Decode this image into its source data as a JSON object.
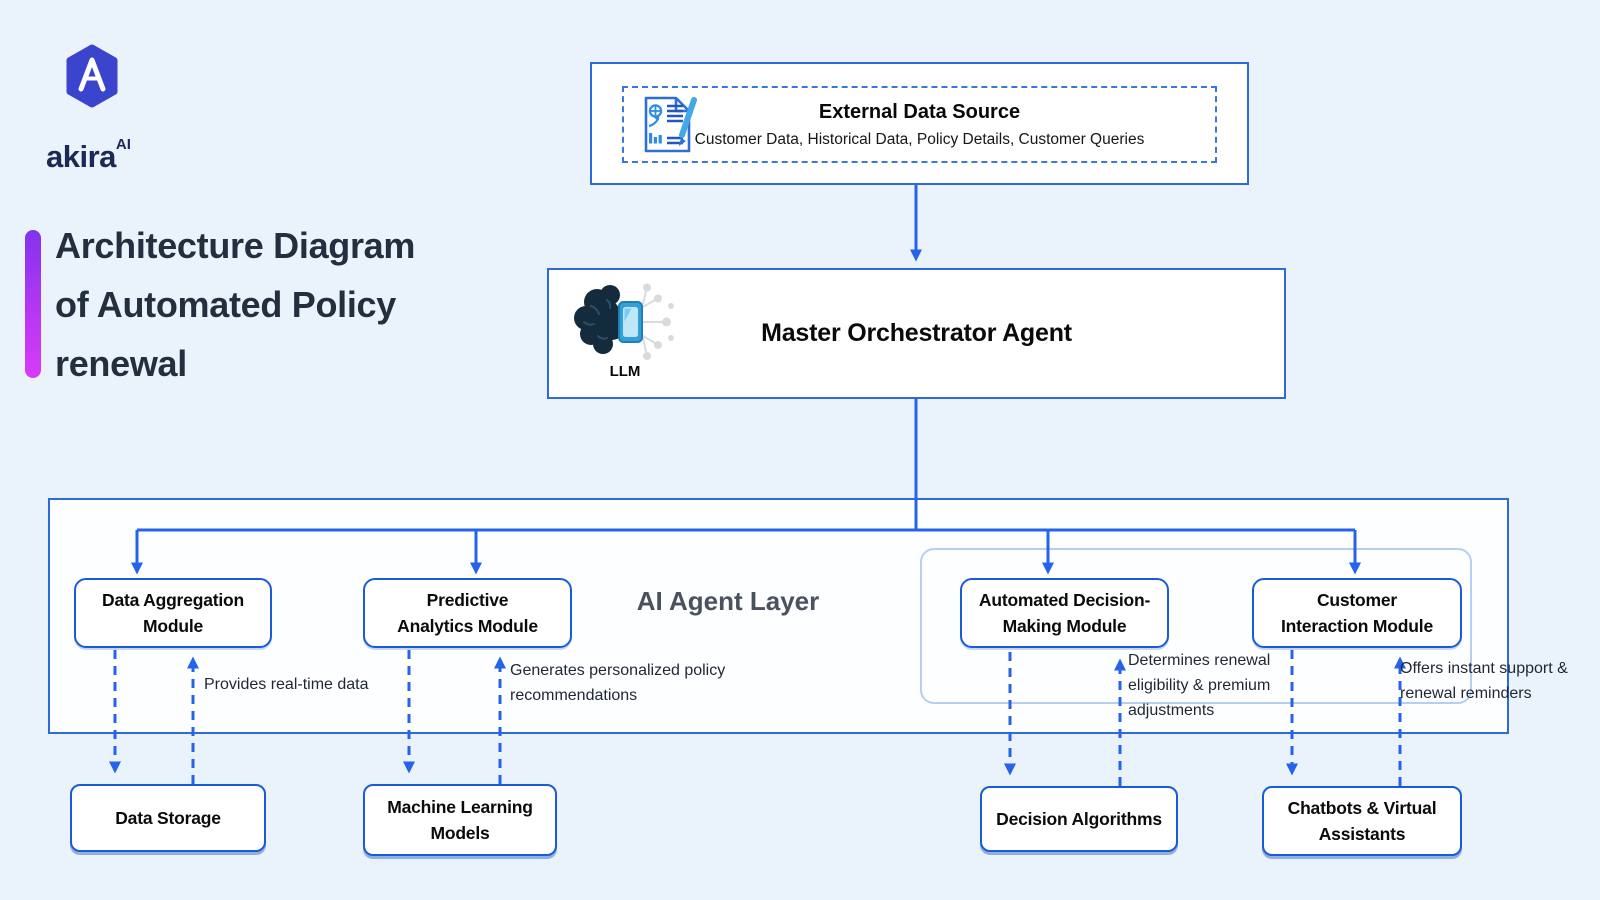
{
  "page": {
    "background": "#EAF2FB"
  },
  "colors": {
    "primary_blue": "#2563EB",
    "box_border_blue": "#1A5BD7",
    "container_border_blue": "#2E6BD8",
    "sub_container_border": "#B6CFF0",
    "headline_text": "#232F3E",
    "layer_label_gray": "#49525D",
    "logo_indigo": "#3B44CC",
    "accent_bar_top": "#8233EE",
    "accent_bar_bottom": "#D83BF6"
  },
  "logo": {
    "brand": "akira",
    "superscript": "AI",
    "icon": "akira-hexagon-logo"
  },
  "title": {
    "line1": "Architecture Diagram",
    "line2": "of Automated Policy",
    "line3": "renewal"
  },
  "external_source": {
    "title": "External Data Source",
    "subtitle": "Customer Data, Historical Data, Policy Details, Customer Queries",
    "icon": "document-pencil-icon"
  },
  "orchestrator": {
    "title": "Master Orchestrator Agent",
    "icon": "brain-chip-icon",
    "icon_label": "LLM"
  },
  "agent_layer": {
    "label": "AI Agent Layer",
    "modules": [
      {
        "line1": "Data Aggregation",
        "line2": "Module"
      },
      {
        "line1": "Predictive",
        "line2": "Analytics Module"
      },
      {
        "line1": "Automated Decision-",
        "line2": "Making Module"
      },
      {
        "line1": "Customer",
        "line2": "Interaction Module"
      }
    ]
  },
  "resources": [
    {
      "line1": "Data Storage",
      "line2": ""
    },
    {
      "line1": "Machine Learning",
      "line2": "Models"
    },
    {
      "line1": "Decision Algorithms",
      "line2": ""
    },
    {
      "line1": "Chatbots & Virtual",
      "line2": "Assistants"
    }
  ],
  "annotations": [
    {
      "line1": "Provides real-time data",
      "line2": "",
      "line3": ""
    },
    {
      "line1": "Generates personalized policy",
      "line2": "recommendations",
      "line3": ""
    },
    {
      "line1": "Determines renewal",
      "line2": "eligibility & premium",
      "line3": "adjustments"
    },
    {
      "line1": "Offers instant support &",
      "line2": "renewal reminders",
      "line3": ""
    }
  ]
}
